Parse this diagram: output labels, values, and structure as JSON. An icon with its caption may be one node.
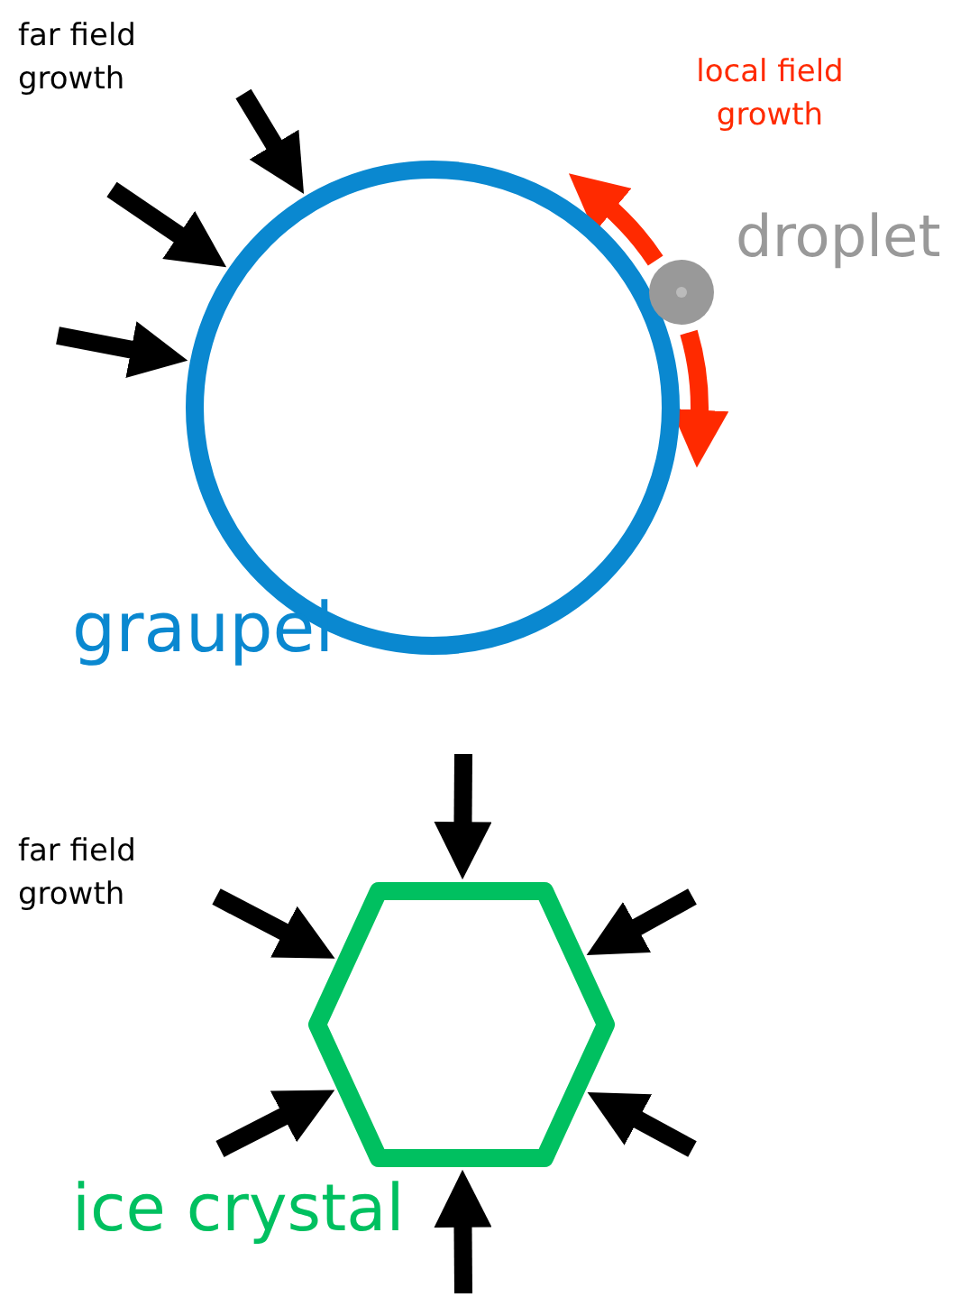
{
  "diagram": {
    "nodes": [
      {
        "text": [
          "graupel"
        ]
      },
      {
        "text": [
          "droplet"
        ]
      },
      {
        "text": [
          "ice crystal"
        ]
      }
    ],
    "edges": [
      {
        "from": null,
        "to": 0,
        "arrow": "to"
      },
      {
        "from": null,
        "to": 0,
        "arrow": "to"
      },
      {
        "from": null,
        "to": 0,
        "arrow": "to"
      },
      {
        "from": 1,
        "to": 0,
        "arrow": "to",
        "color": "#ff2a00"
      },
      {
        "from": 1,
        "to": 0,
        "arrow": "to",
        "color": "#ff2a00"
      },
      {
        "from": null,
        "to": 2,
        "arrow": "to"
      },
      {
        "from": null,
        "to": 2,
        "arrow": "to"
      },
      {
        "from": null,
        "to": 2,
        "arrow": "to"
      },
      {
        "from": null,
        "to": 2,
        "arrow": "to"
      },
      {
        "from": null,
        "to": 2,
        "arrow": "to"
      },
      {
        "from": null,
        "to": 2,
        "arrow": "to"
      }
    ],
    "labels": [
      "far field growth",
      "local field growth",
      "far field growth"
    ]
  }
}
